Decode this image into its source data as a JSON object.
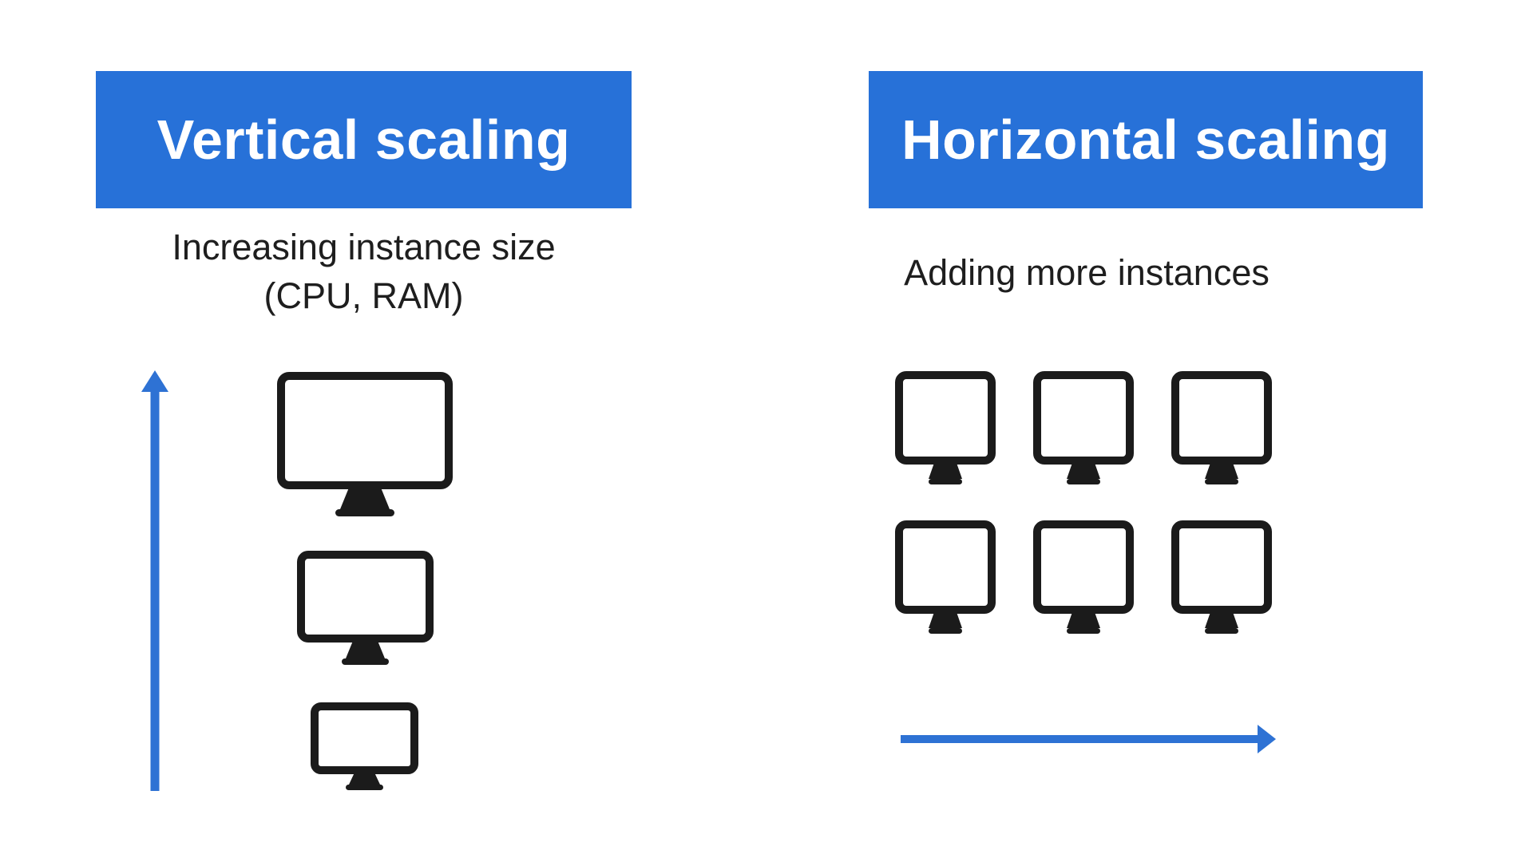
{
  "colors": {
    "background": "#ffffff",
    "header_bg": "#2771d8",
    "header_text": "#ffffff",
    "body_text": "#1e1e1e",
    "icon": "#1b1b1b",
    "arrow": "#2e72d4"
  },
  "left_panel": {
    "title": "Vertical scaling",
    "subtitle_line1": "Increasing instance size",
    "subtitle_line2": "(CPU, RAM)",
    "monitor_sizes": [
      "large",
      "medium",
      "small"
    ],
    "arrow_direction": "up"
  },
  "right_panel": {
    "title": "Horizontal scaling",
    "subtitle": "Adding more instances",
    "monitor_rows": 2,
    "monitor_cols": 3,
    "arrow_direction": "right"
  },
  "icons": {
    "monitor": "monitor-icon",
    "up_arrow": "up-arrow-icon",
    "right_arrow": "right-arrow-icon"
  }
}
